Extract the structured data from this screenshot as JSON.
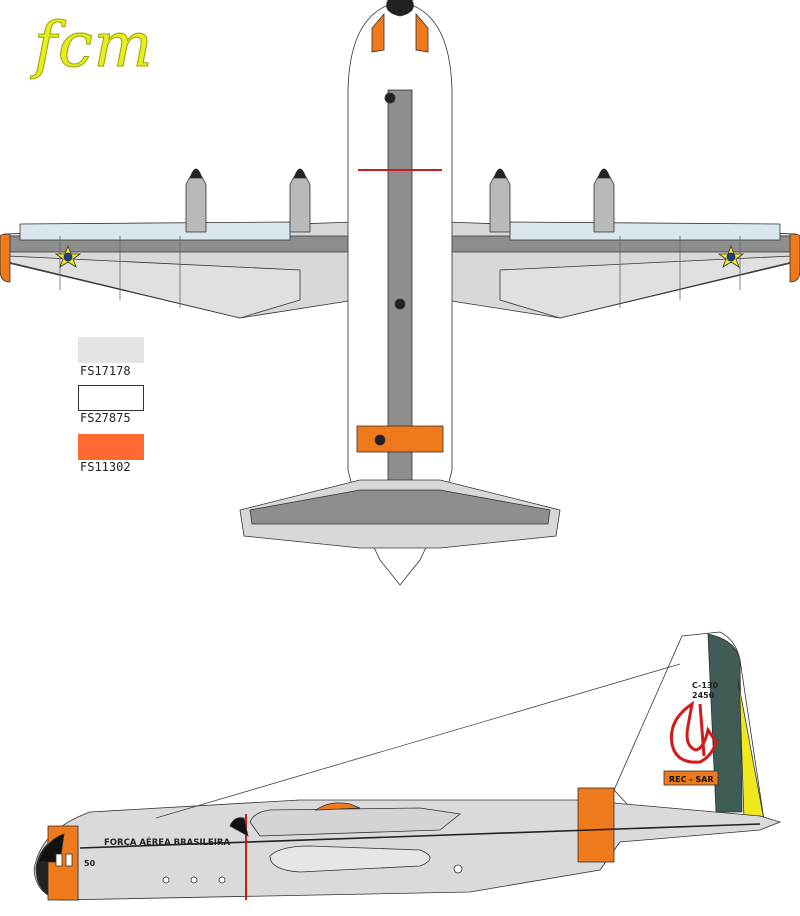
{
  "logo": {
    "text": "fcm"
  },
  "legend": [
    {
      "code": "FS17178",
      "color": "#e4e4e4"
    },
    {
      "code": "FS27875",
      "color": "#ffffff"
    },
    {
      "code": "FS11302",
      "color": "#ff6a33"
    }
  ],
  "markings": {
    "air_force": "FORÇA AÉREA BRASILEIRA",
    "type": "C-130",
    "serial": "2450",
    "unit": "REC - SAR",
    "nose_number": "50"
  },
  "colors": {
    "gray_dark": "#8e8e8e",
    "gray_light": "#d6d6d6",
    "window_blue": "#d8e6ee",
    "orange": "#ee7a1b",
    "tail_green": "#3f5c56",
    "tail_yellow": "#f0e81f",
    "stripe_red": "#d11a1a"
  }
}
